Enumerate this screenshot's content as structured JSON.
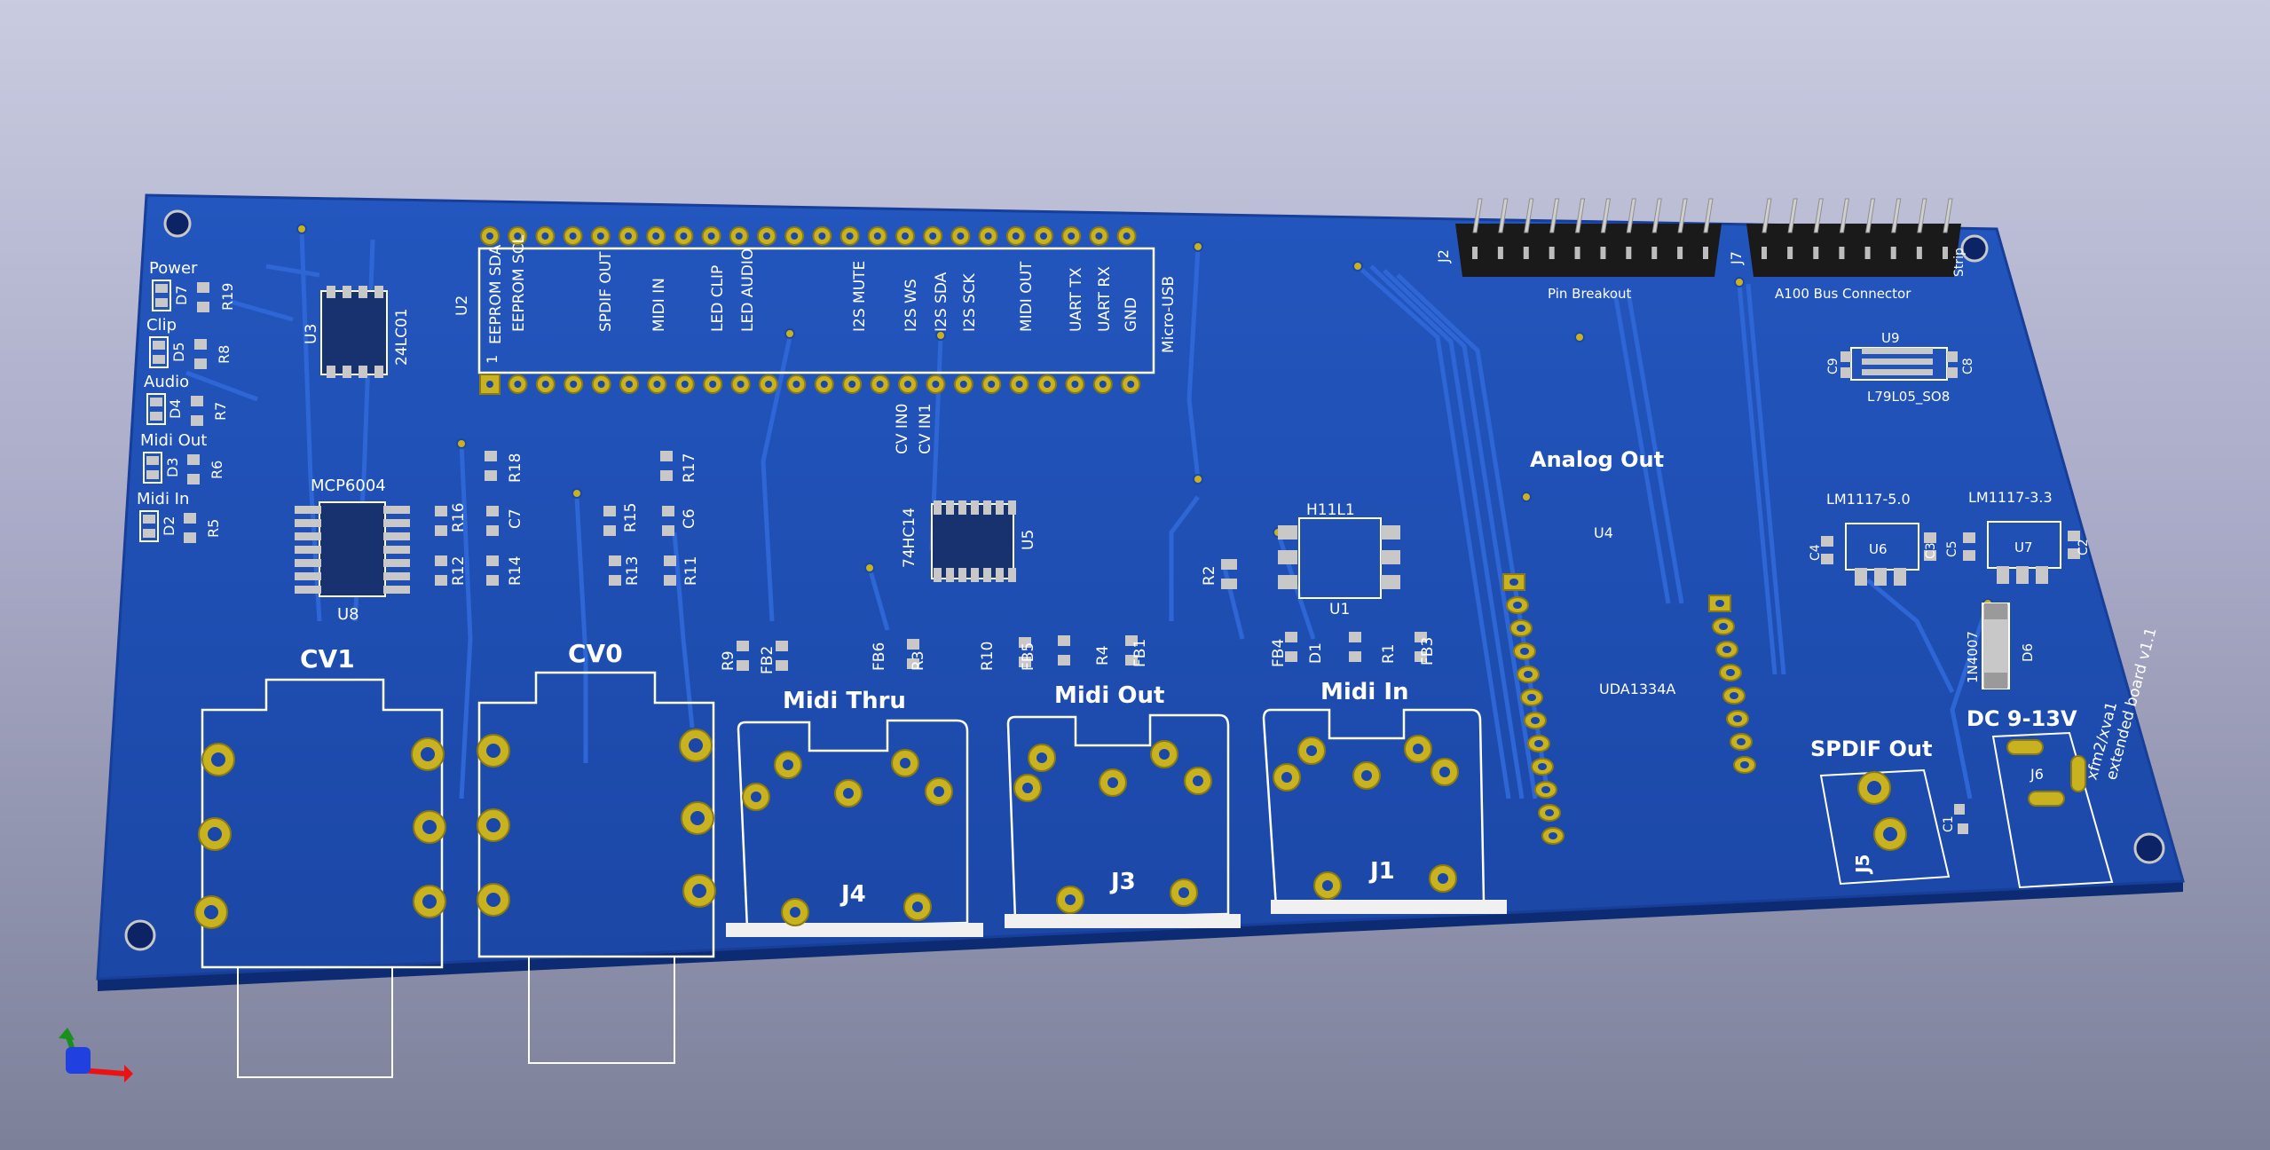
{
  "colors": {
    "board": "#1f4fb4",
    "board_edge": "#10307a",
    "trace": "#2d63d0",
    "pad": "#c8b21f",
    "pad_hole": "#7a6a10",
    "silk": "#ffffff",
    "ic": "#1a1a1a",
    "pin_metal": "#c9c9c9"
  },
  "board": {
    "jacks": {
      "cv1": "CV1",
      "cv0": "CV0",
      "midi_thru": "Midi Thru",
      "midi_out": "Midi Out",
      "midi_in": "Midi In",
      "j4": "J4",
      "j3": "J3",
      "j1": "J1",
      "spdif_out": "SPDIF Out",
      "j5": "J5",
      "dc": "DC 9-13V",
      "j6": "J6"
    },
    "leds": {
      "power": "Power",
      "clip": "Clip",
      "audio": "Audio",
      "midi_out": "Midi Out",
      "midi_in": "Midi In",
      "d7": "D7",
      "d5": "D5",
      "d4": "D4",
      "d3": "D3",
      "d2": "D2",
      "r19": "R19",
      "r8": "R8",
      "r7": "R7",
      "r6": "R6",
      "r5": "R5"
    },
    "u3": {
      "ref": "U3",
      "part": "24LC01"
    },
    "u8": {
      "ref": "U8",
      "part": "MCP6004"
    },
    "u2": {
      "ref": "U2",
      "pin1": "1",
      "pin_labels": [
        "EEPROM SDA",
        "EEPROM SCL",
        "SPDIF OUT",
        "MIDI IN",
        "LED CLIP",
        "LED AUDIO",
        "I2S MUTE",
        "I2S WS",
        "I2S SDA",
        "I2S SCK",
        "MIDI OUT",
        "UART TX",
        "UART RX",
        "GND"
      ],
      "usb": "Micro-USB",
      "cv_labels": [
        "CV IN0",
        "CV IN1"
      ]
    },
    "u5": {
      "ref": "U5",
      "part": "74HC14"
    },
    "u1": {
      "ref": "U1",
      "part": "H11L1"
    },
    "u4": {
      "ref": "U4",
      "title": "Analog Out",
      "part": "UDA1334A"
    },
    "u9": {
      "ref": "U9",
      "part": "L79L05_SO8"
    },
    "u6": {
      "ref": "U6",
      "part": "LM1117-5.0"
    },
    "u7": {
      "ref": "U7",
      "part": "LM1117-3.3"
    },
    "d6": {
      "ref": "D6",
      "part": "1N4007"
    },
    "j2": {
      "ref": "J2",
      "label": "Pin Breakout"
    },
    "j7": {
      "ref": "J7",
      "label": "A100 Bus Connector",
      "side": "Strip"
    },
    "passives": {
      "r18": "R18",
      "r17": "R17",
      "r16": "R16",
      "r15": "R15",
      "r14": "R14",
      "r13": "R13",
      "r12": "R12",
      "r11": "R11",
      "c7": "C7",
      "c6": "C6",
      "r9": "R9",
      "fb2": "FB2",
      "fb6": "FB6",
      "r3": "R3",
      "r10": "R10",
      "fb5": "FB5",
      "r4": "R4",
      "fb1": "FB1",
      "fb4": "FB4",
      "d1": "D1",
      "r1": "R1",
      "fb3": "FB3",
      "r2": "R2",
      "c9": "C9",
      "c8": "C8",
      "c4": "C4",
      "c3": "C3",
      "c5": "C5",
      "c2": "C2",
      "c1": "C1"
    },
    "board_text": [
      "xfm2/xva1",
      "extended board v1.1"
    ]
  }
}
